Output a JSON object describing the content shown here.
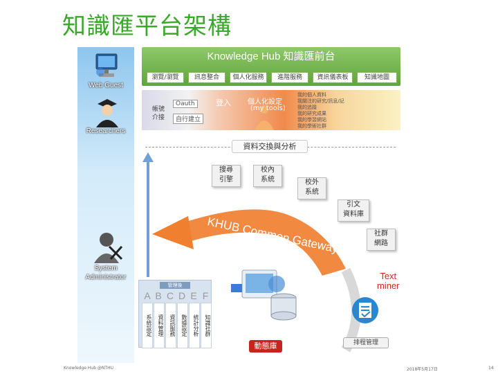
{
  "title": "知識匯平台架構",
  "actors": {
    "web_guest": "Web Guest",
    "researchers": "Researchers",
    "admin_line1": "System",
    "admin_line2": "Administrator"
  },
  "knowledge_hub": {
    "title": "Knowledge Hub  知識匯前台",
    "tabs": [
      "瀏覽/瀏覽",
      "訊息整合",
      "個人化服務",
      "進階服務",
      "資訊儀表板",
      "知識地圖"
    ]
  },
  "identity": {
    "side_label_1": "帳號",
    "side_label_2": "介接",
    "oauth": "Oauth",
    "self_build": "自行建立",
    "login": "登入",
    "personal_line1": "個人化設定",
    "personal_line2": "(my tools)",
    "list": [
      "我的個人資料",
      "我關注的研究/訊息/記",
      "我的追蹤",
      "我的研究成果",
      "我的學習網站",
      "我的學術社群"
    ]
  },
  "exchange_label": "資料交換與分析",
  "sources": {
    "search_engine_1": "搜尋",
    "search_engine_2": "引擎",
    "internal_1": "校內",
    "internal_2": "系統",
    "external_1": "校外",
    "external_2": "系統",
    "citation_1": "引文",
    "citation_2": "資料庫",
    "social_1": "社群",
    "social_2": "網路"
  },
  "gateway_label": "KHUB Common Gateway",
  "text_miner_1": "Text",
  "text_miner_2": "miner",
  "dynamic_db": "動態庫",
  "schedule": "排程管理",
  "management": {
    "title": "管理後",
    "letters": [
      "A",
      "B",
      "C",
      "D",
      "E",
      "F"
    ],
    "items": [
      "系統設定",
      "資料管理",
      "資訊服務",
      "數據設定",
      "統計分析",
      "知識社群"
    ]
  },
  "footer": {
    "left": "Knowledge Hub @NTHU",
    "center": "2018年5月17日",
    "page": "14"
  },
  "colors": {
    "title_green": "#3aa82a",
    "hub_green": "#6cb045",
    "gateway_orange": "#f08030",
    "button_red": "#c8241c",
    "miner_red": "#d0281e"
  }
}
